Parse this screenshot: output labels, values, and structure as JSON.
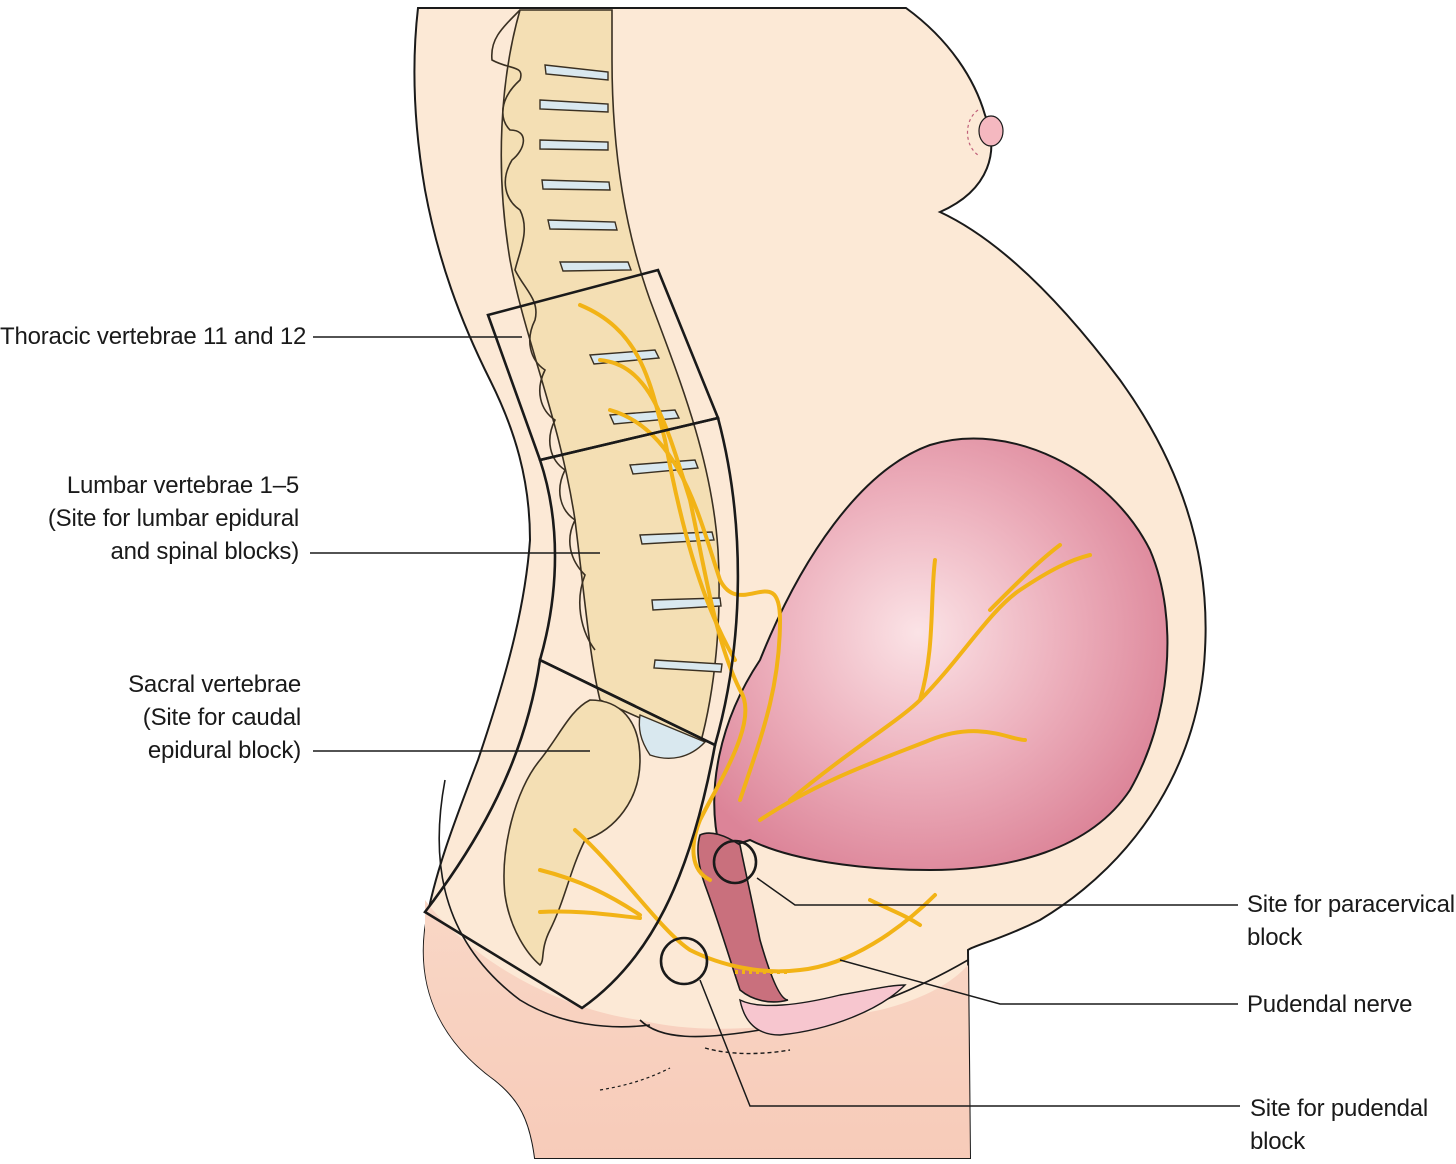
{
  "labels": {
    "thoracic": [
      "Thoracic vertebrae 11 and 12"
    ],
    "lumbar": [
      "Lumbar vertebrae 1–5",
      "(Site for lumbar epidural",
      "and spinal blocks)"
    ],
    "sacral": [
      "Sacral vertebrae",
      "(Site for caudal",
      "epidural block)"
    ],
    "paracervical": [
      "Site for paracervical",
      "block"
    ],
    "pudendal_nerve": [
      "Pudendal nerve"
    ],
    "pudendal_block": [
      "Site for pudendal",
      "block"
    ]
  },
  "colors": {
    "skin": "#fce9d6",
    "skin_lower": "#f8d3c3",
    "bone": "#f4dfb4",
    "disc": "#d9e8ef",
    "uterus": "#e48fa3",
    "uterus_light": "#f6d1d8",
    "cervix": "#c9707d",
    "nerve": "#f2b316",
    "line": "#1a1a1a"
  }
}
